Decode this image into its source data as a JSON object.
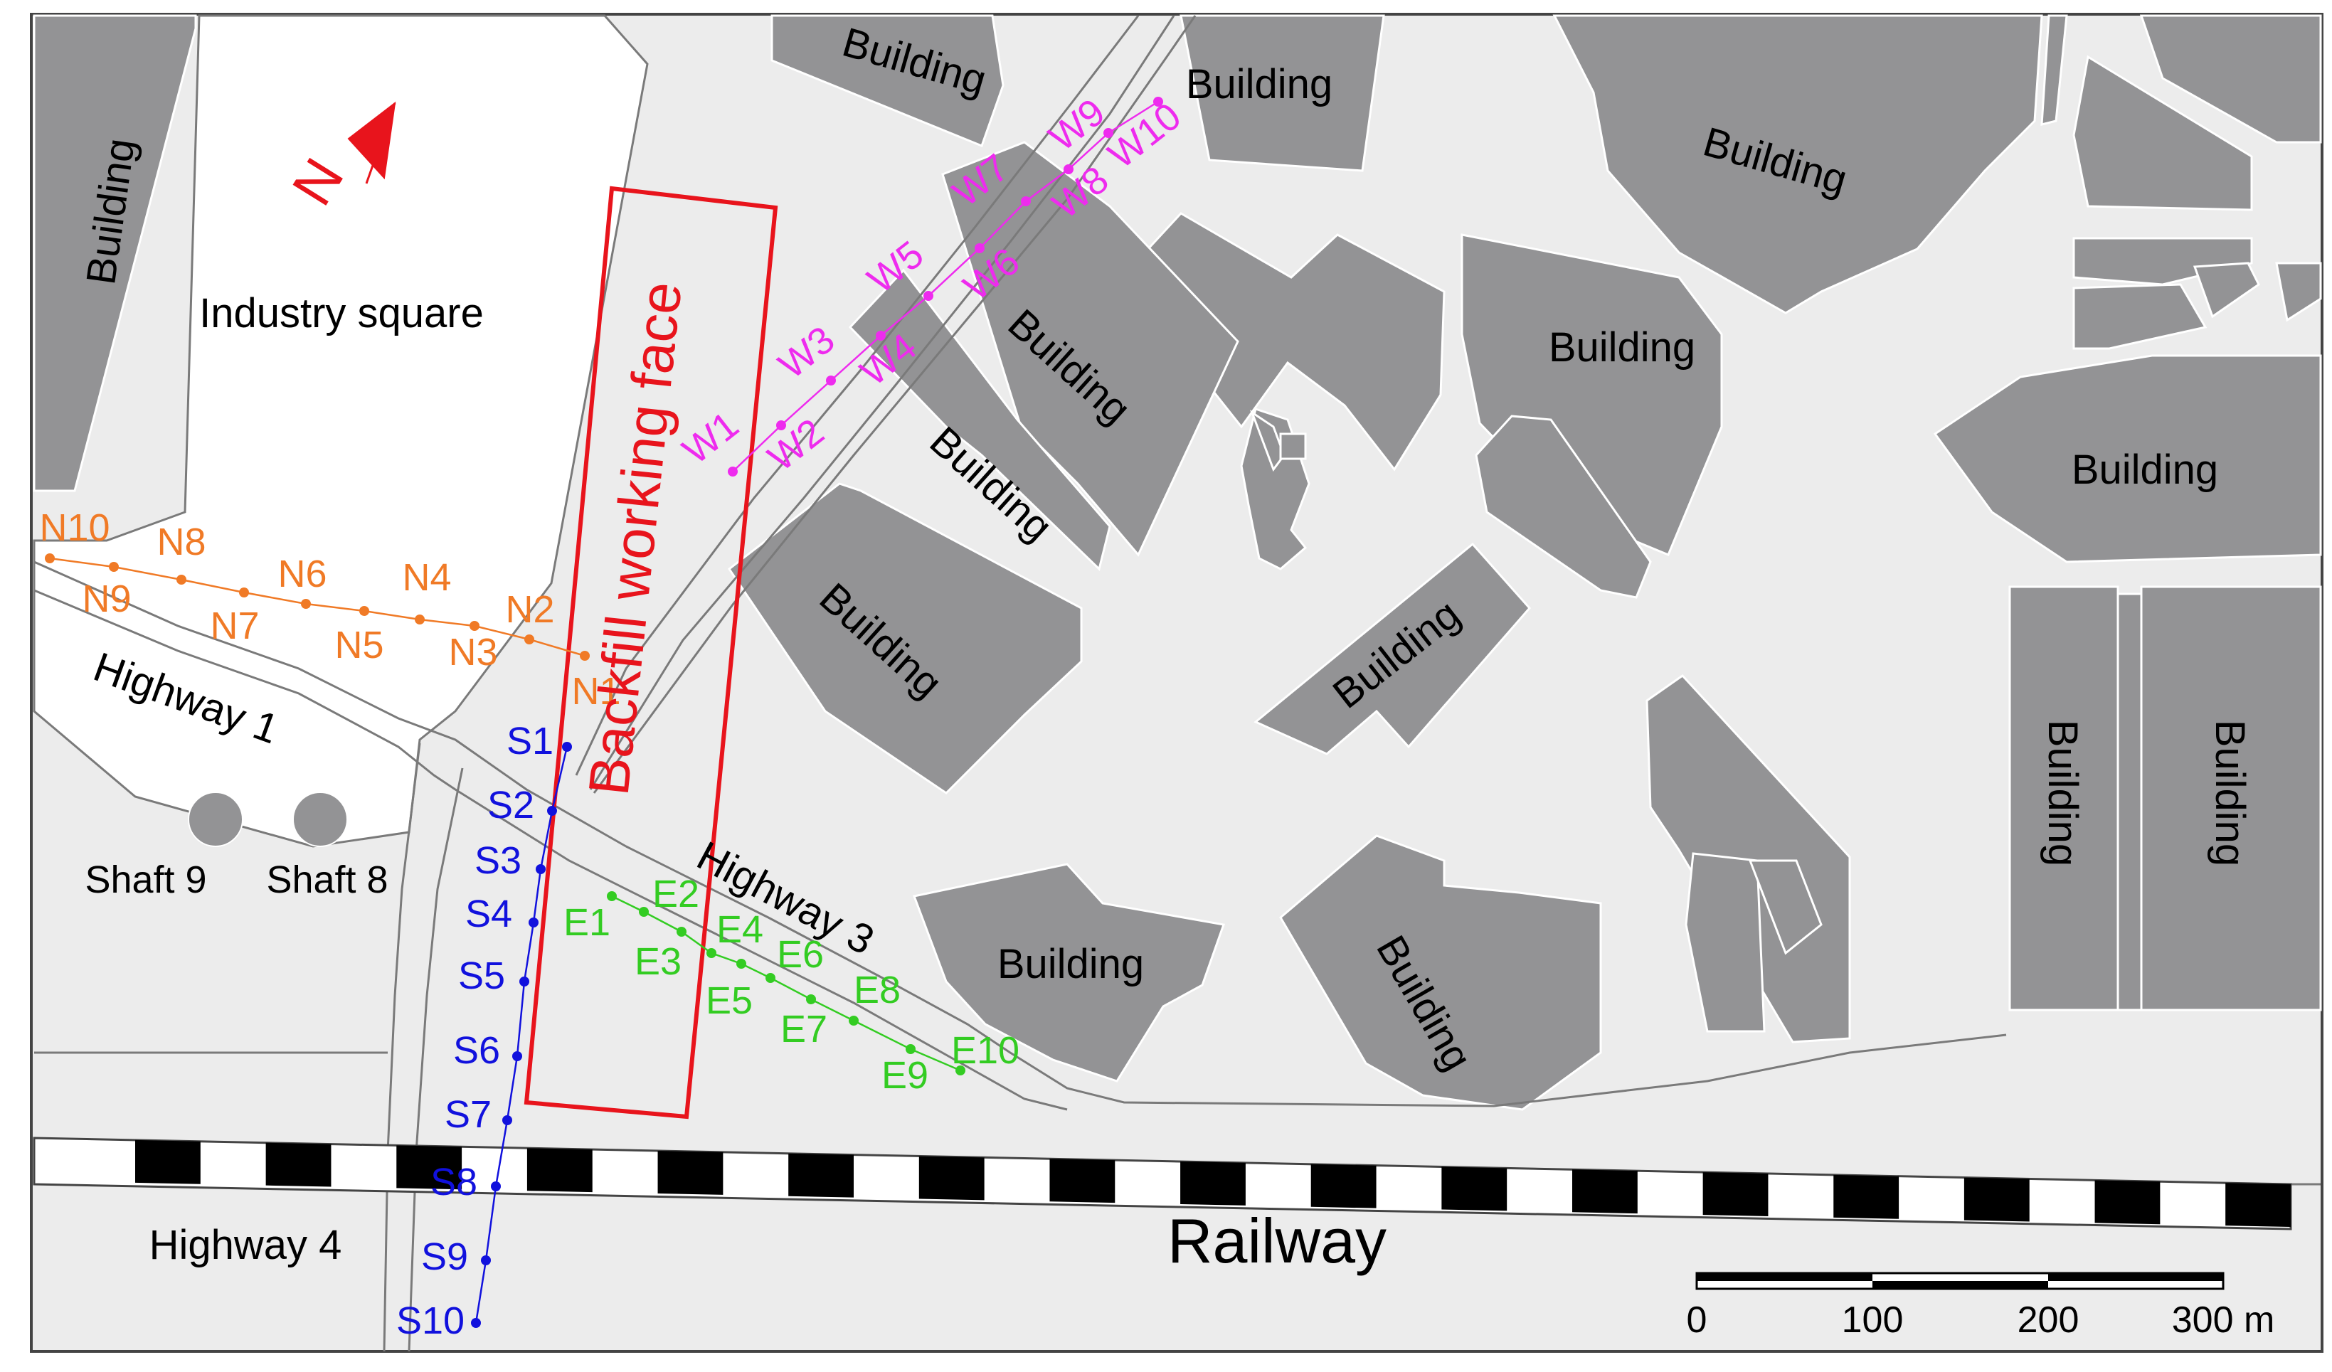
{
  "colors": {
    "building": "#939395",
    "ground": "#ececec",
    "road_edge": "#7a7a7a",
    "frame": "#444444",
    "face": "#e8141c",
    "north": "#e8141c",
    "line_N": "#f07a26",
    "line_W": "#ee2bee",
    "line_S": "#1111dd",
    "line_E": "#33cc22"
  },
  "labels": {
    "building": "Building",
    "industry_square": "Industry square",
    "backfill_face": "Backfill working face",
    "railway": "Railway",
    "highway_1": "Highway 1",
    "highway_3": "Highway 3",
    "highway_4": "Highway 4",
    "shaft_9": "Shaft 9",
    "shaft_8": "Shaft 8",
    "north": "N"
  },
  "scale_bar": {
    "ticks": [
      "0",
      "100",
      "200",
      "300 m"
    ]
  },
  "survey_lines": {
    "N": [
      "N1",
      "N2",
      "N3",
      "N4",
      "N5",
      "N6",
      "N7",
      "N8",
      "N9",
      "N10"
    ],
    "W": [
      "W1",
      "W2",
      "W3",
      "W4",
      "W5",
      "W6",
      "W7",
      "W8",
      "W9",
      "W10"
    ],
    "S": [
      "S1",
      "S2",
      "S3",
      "S4",
      "S5",
      "S6",
      "S7",
      "S8",
      "S9",
      "S10"
    ],
    "E": [
      "E1",
      "E2",
      "E3",
      "E4",
      "E5",
      "E6",
      "E7",
      "E8",
      "E9",
      "E10"
    ]
  }
}
